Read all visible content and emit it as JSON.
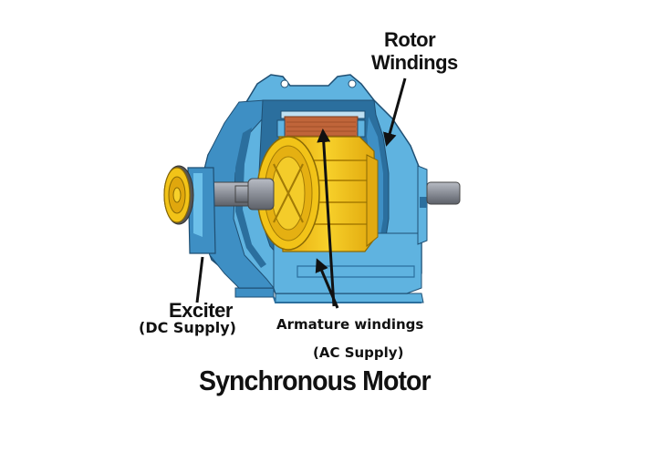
{
  "diagram": {
    "title": "Synchronous Motor",
    "labels": {
      "rotor_windings": {
        "line1": "Rotor",
        "line2": "Windings"
      },
      "exciter": {
        "line1": "Exciter",
        "line2": "(DC Supply)"
      },
      "armature_windings": {
        "line1": "Armature windings",
        "line2": "(AC Supply)"
      }
    },
    "colors": {
      "housing_light": "#5fb3e0",
      "housing_mid": "#3e8fc4",
      "housing_dark": "#2b6f9e",
      "rotor_yellow": "#f2c318",
      "rotor_shade": "#c99a0a",
      "copper": "#c0653a",
      "shaft": "#8e929b",
      "arrow": "#111111"
    }
  }
}
